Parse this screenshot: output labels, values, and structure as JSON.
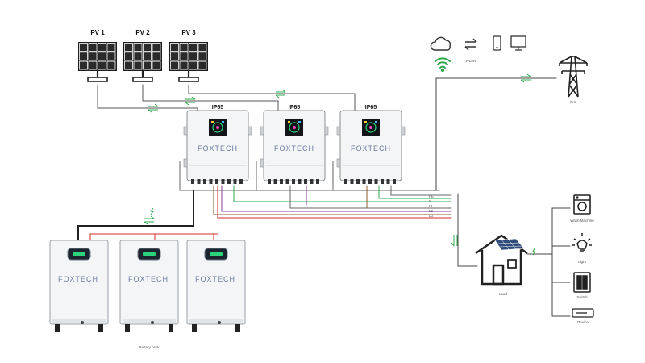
{
  "pv_panels": [
    {
      "label": "PV 1"
    },
    {
      "label": "PV 2"
    },
    {
      "label": "PV 3"
    }
  ],
  "inverters": [
    {
      "rating": "IP65",
      "brand": "FOXTECH"
    },
    {
      "rating": "IP65",
      "brand": "FOXTECH"
    },
    {
      "rating": "IP65",
      "brand": "FOXTECH"
    }
  ],
  "batteries": [
    {
      "brand": "FOXTECH"
    },
    {
      "brand": "FOXTECH"
    },
    {
      "brand": "FOXTECH"
    }
  ],
  "battery_pack_label": "Battery pack",
  "monitor": {
    "wifi_label": "WLAN",
    "icons": [
      "cloud-icon",
      "exchange-icon",
      "phone-icon",
      "monitor-icon",
      "wifi-icon"
    ]
  },
  "grid": {
    "label": "Grid"
  },
  "house": {
    "label": "Load"
  },
  "loads": [
    {
      "label": "Wash Machine",
      "icon": "washing-machine-icon"
    },
    {
      "label": "Light",
      "icon": "light-bulb-icon"
    },
    {
      "label": "Switch",
      "icon": "switch-icon"
    },
    {
      "label": "Device",
      "icon": "device-icon"
    }
  ],
  "bus_labels": [
    "PE",
    "N",
    "L1",
    "L2",
    "L3"
  ],
  "colors": {
    "wire_black": "#222222",
    "wire_gray": "#666666",
    "wire_red": "#d62828",
    "wire_green": "#2fa84f",
    "wire_brown": "#8a5a2b",
    "wire_purple": "#8e3e9e",
    "screen_accent": "#2ad37c",
    "flow_arrow": "#2fa84f"
  }
}
